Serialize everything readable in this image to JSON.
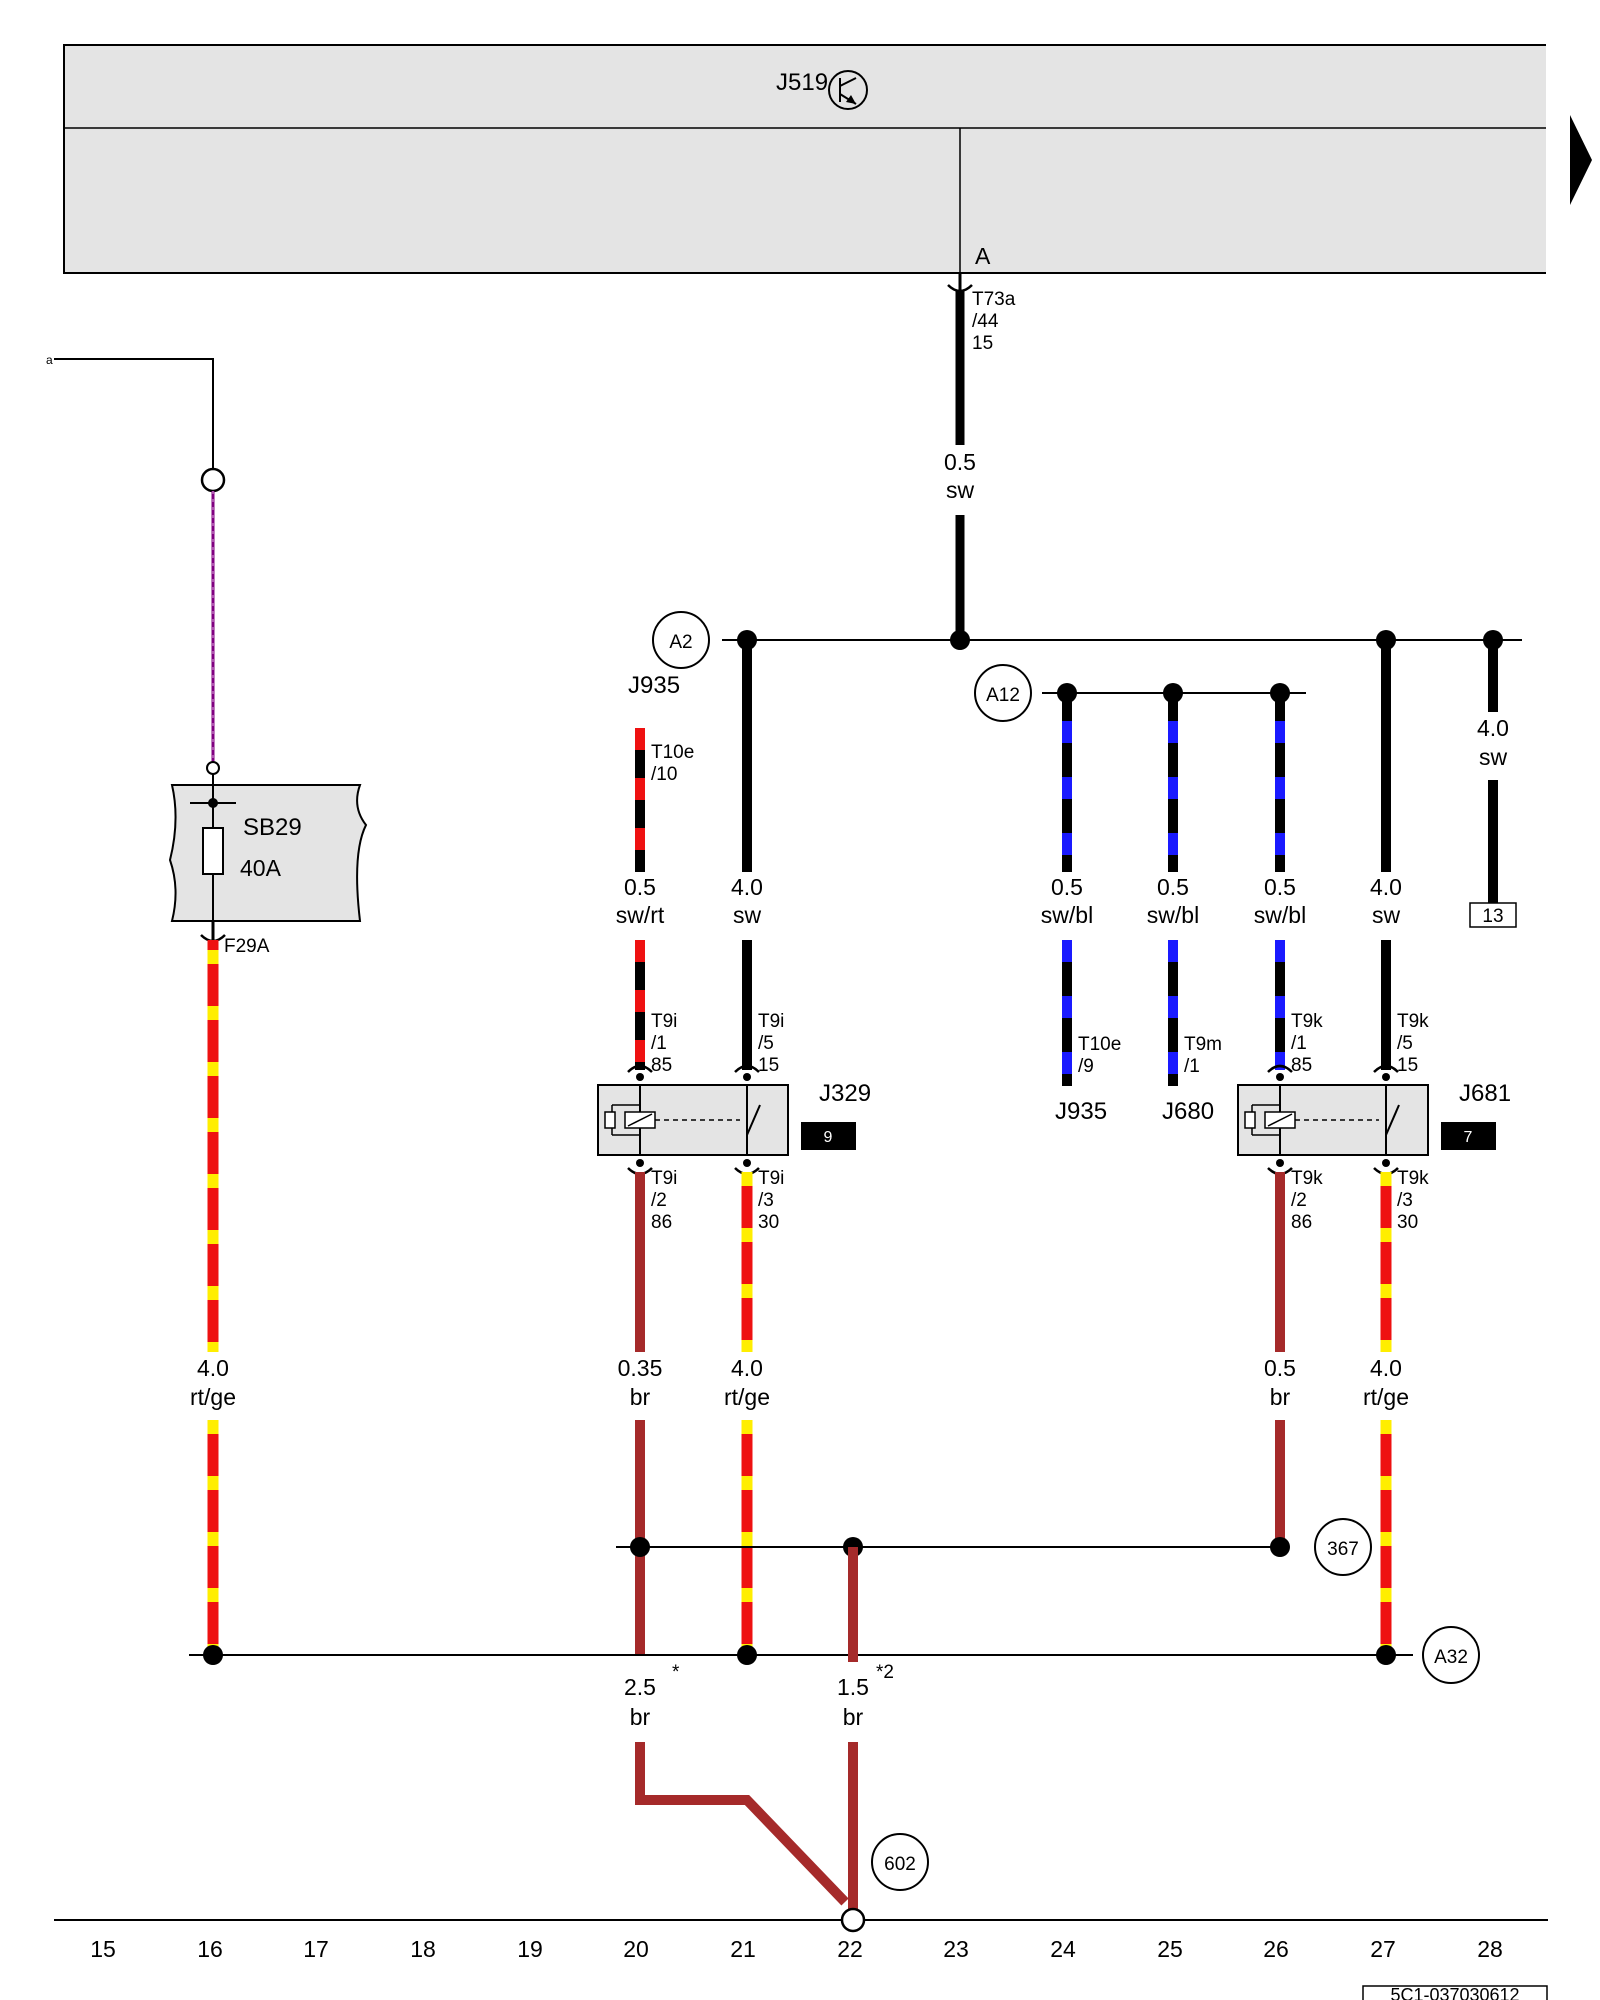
{
  "module": {
    "id": "J519",
    "pin_letter": "A"
  },
  "connectors": {
    "t73a": [
      "T73a",
      "/44",
      "15"
    ],
    "t10e_top": [
      "T10e",
      "/10"
    ],
    "j329_in1": [
      "T9i",
      "/1",
      "85"
    ],
    "j329_in5": [
      "T9i",
      "/5",
      "15"
    ],
    "j329_out2": [
      "T9i",
      "/2",
      "86"
    ],
    "j329_out3": [
      "T9i",
      "/3",
      "30"
    ],
    "t10e_9": [
      "T10e",
      "/9"
    ],
    "t9m_1": [
      "T9m",
      "/1"
    ],
    "j681_in1": [
      "T9k",
      "/1",
      "85"
    ],
    "j681_in5": [
      "T9k",
      "/5",
      "15"
    ],
    "j681_out2": [
      "T9k",
      "/2",
      "86"
    ],
    "j681_out3": [
      "T9k",
      "/3",
      "30"
    ]
  },
  "wires": {
    "w_main": [
      "0.5",
      "sw"
    ],
    "w_t10e": [
      "0.5",
      "sw/rt"
    ],
    "w_21": [
      "4.0",
      "sw"
    ],
    "w_24": [
      "0.5",
      "sw/bl"
    ],
    "w_25": [
      "0.5",
      "sw/bl"
    ],
    "w_26": [
      "0.5",
      "sw/bl"
    ],
    "w_27": [
      "4.0",
      "sw"
    ],
    "w_28": [
      "4.0",
      "sw"
    ],
    "w_16": [
      "4.0",
      "rt/ge"
    ],
    "w_20": [
      "0.35",
      "br"
    ],
    "w_21b": [
      "4.0",
      "rt/ge"
    ],
    "w_26b": [
      "0.5",
      "br"
    ],
    "w_27b": [
      "4.0",
      "rt/ge"
    ],
    "w_ground1": [
      "2.5",
      "br"
    ],
    "w_ground2": [
      "1.5",
      "br"
    ]
  },
  "components": {
    "fuse": {
      "id": "SB29",
      "rating": "40A",
      "pin": "F29A"
    },
    "relay1": {
      "id": "J329",
      "badge": "9"
    },
    "relay2": {
      "id": "J681",
      "badge": "7"
    },
    "j935_top": "J935",
    "j935_bottom": "J935",
    "j680": "J680",
    "ref13": "13",
    "footnote1": "*",
    "footnote2": "*2",
    "line_ref": "a"
  },
  "circles": {
    "a2": "A2",
    "a12": "A12",
    "c367": "367",
    "a32": "A32",
    "c602": "602"
  },
  "columns": [
    "15",
    "16",
    "17",
    "18",
    "19",
    "20",
    "21",
    "22",
    "23",
    "24",
    "25",
    "26",
    "27",
    "28"
  ],
  "doc_code": "5C1-037030612",
  "colors": {
    "sw": "#000000",
    "rt": "#ee1111",
    "ge": "#ffee00",
    "bl": "#1a1aff",
    "br": "#a52a2a",
    "li": "#800080",
    "panel": "#e4e4e4"
  }
}
